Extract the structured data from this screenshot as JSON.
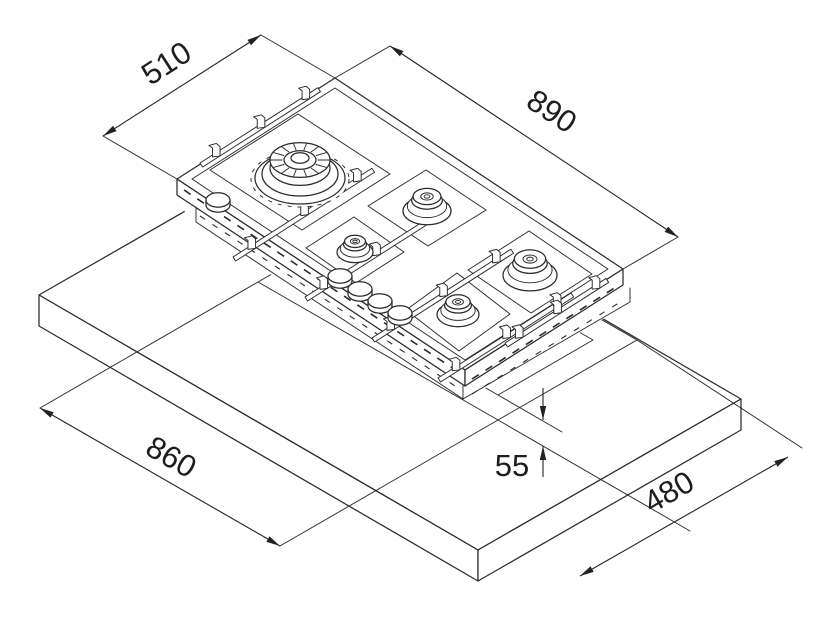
{
  "diagram": {
    "kind": "isometric installation drawing",
    "subject": "5-burner gas hob above worktop with mounting cutout",
    "colors": {
      "line": "#2b2b2b",
      "background": "#ffffff",
      "text": "#1d1d1d"
    },
    "dimensions": {
      "hob_depth": "510",
      "hob_width": "890",
      "cutout_width": "860",
      "cutout_depth": "480",
      "front_clearance": "55"
    }
  }
}
